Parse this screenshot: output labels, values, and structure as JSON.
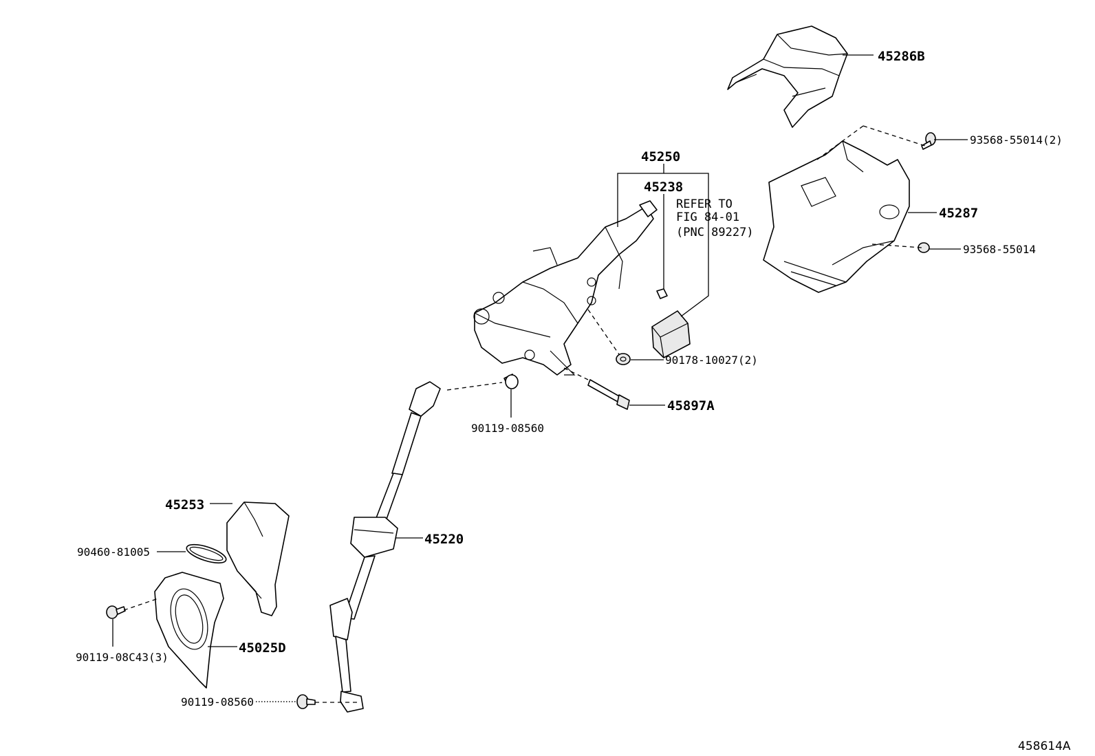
{
  "diagram_id": "458614A",
  "labels": {
    "p45286B": "45286B",
    "p93568_55014_2": "93568-55014(2)",
    "p45287": "45287",
    "p93568_55014": "93568-55014",
    "p45250": "45250",
    "p45238": "45238",
    "refer_line1": "REFER TO",
    "refer_line2": "FIG 84-01",
    "refer_line3": "(PNC 89227)",
    "p90178_10027_2": "90178-10027(2)",
    "p45897A": "45897A",
    "p90119_08560_upper": "90119-08560",
    "p45253": "45253",
    "p90460_81005": "90460-81005",
    "p45220": "45220",
    "p90119_08C43_3": "90119-08C43(3)",
    "p45025D": "45025D",
    "p90119_08560_lower": "90119-08560"
  }
}
